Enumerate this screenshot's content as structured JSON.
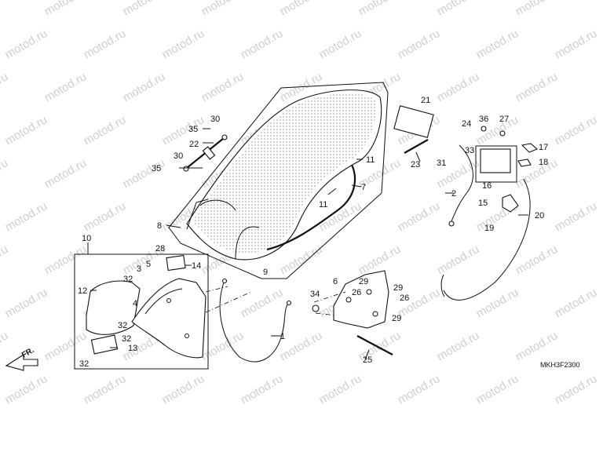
{
  "watermark_text": "motod.ru",
  "diagram_code": "MKH3F2300",
  "front_indicator": "FR.",
  "callouts": {
    "c1": "1",
    "c2": "2",
    "c3": "3",
    "c4": "4",
    "c5": "5",
    "c6": "6",
    "c7": "7",
    "c8": "8",
    "c9": "9",
    "c10": "10",
    "c11a": "11",
    "c11b": "11",
    "c12": "12",
    "c13": "13",
    "c14": "14",
    "c15": "15",
    "c16": "16",
    "c17": "17",
    "c18": "18",
    "c19": "19",
    "c20": "20",
    "c21": "21",
    "c22": "22",
    "c23": "23",
    "c24": "24",
    "c25": "25",
    "c26a": "26",
    "c26b": "26",
    "c27": "27",
    "c28": "28",
    "c29a": "29",
    "c29b": "29",
    "c29c": "29",
    "c30a": "30",
    "c30b": "30",
    "c31": "31",
    "c32a": "32",
    "c32b": "32",
    "c32c": "32",
    "c32d": "32",
    "c33": "33",
    "c34": "34",
    "c35a": "35",
    "c35b": "35",
    "c36": "36"
  }
}
